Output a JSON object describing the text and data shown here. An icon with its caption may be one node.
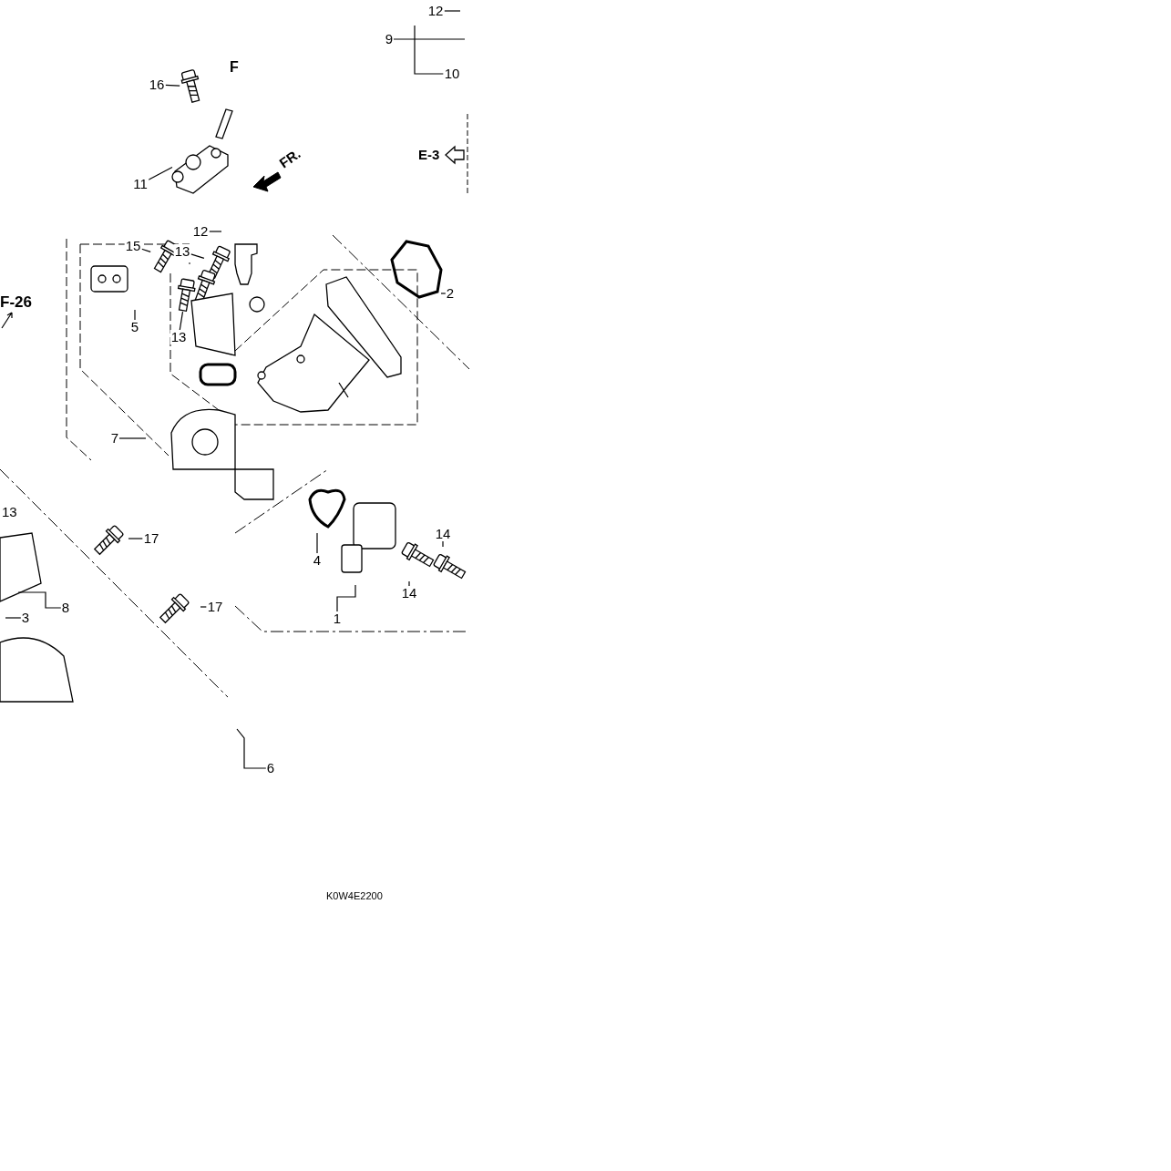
{
  "diagram": {
    "nodes": [
      {
        "text": [
          "12"
        ]
      },
      {
        "text": [
          "9"
        ]
      },
      {
        "text": [
          "10"
        ]
      },
      {
        "text": [
          "16"
        ]
      },
      {
        "text": [
          "11"
        ]
      },
      {
        "text": [
          "12"
        ]
      },
      {
        "text": [
          "15"
        ]
      },
      {
        "text": [
          "13"
        ]
      },
      {
        "text": [
          "13"
        ]
      },
      {
        "text": [
          "5"
        ]
      },
      {
        "text": [
          "2"
        ]
      },
      {
        "text": [
          "7"
        ]
      },
      {
        "text": [
          "17"
        ]
      },
      {
        "text": [
          "8"
        ]
      },
      {
        "text": [
          "3"
        ]
      },
      {
        "text": [
          "17"
        ]
      },
      {
        "text": [
          "14"
        ]
      },
      {
        "text": [
          "14"
        ]
      },
      {
        "text": [
          "4"
        ]
      },
      {
        "text": [
          "1"
        ]
      },
      {
        "text": [
          "6"
        ]
      },
      {
        "text": [],
        "shape": "picture"
      },
      {
        "text": [],
        "shape": "picture"
      },
      {
        "text": [],
        "shape": "picture"
      },
      {
        "text": [],
        "shape": "picture"
      },
      {
        "text": [],
        "shape": "picture"
      }
    ],
    "edges": [
      {
        "from": 0,
        "to": null,
        "arrow": "none"
      },
      {
        "from": 1,
        "to": null,
        "arrow": "none"
      },
      {
        "from": 2,
        "to": null,
        "arrow": "none"
      },
      {
        "from": 3,
        "to": 24,
        "arrow": "none"
      },
      {
        "from": 4,
        "to": 21,
        "arrow": "none"
      },
      {
        "from": 5,
        "to": null,
        "arrow": "none"
      },
      {
        "from": 6,
        "to": 25,
        "arrow": "none"
      },
      {
        "from": 7,
        "to": 22,
        "arrow": "none"
      },
      {
        "from": 8,
        "to": 23,
        "arrow": "none"
      },
      {
        "from": 9,
        "to": null,
        "arrow": "none"
      },
      {
        "from": 10,
        "to": null,
        "arrow": "none"
      },
      {
        "from": 11,
        "to": null,
        "arrow": "none"
      },
      {
        "from": 12,
        "to": null,
        "arrow": "none"
      },
      {
        "from": 13,
        "to": null,
        "arrow": "none"
      },
      {
        "from": 14,
        "to": null,
        "arrow": "none"
      },
      {
        "from": 15,
        "to": null,
        "arrow": "none"
      },
      {
        "from": 16,
        "to": null,
        "arrow": "none"
      },
      {
        "from": 17,
        "to": null,
        "arrow": "none"
      },
      {
        "from": 18,
        "to": null,
        "arrow": "none"
      },
      {
        "from": 19,
        "to": null,
        "arrow": "none"
      },
      {
        "from": 20,
        "to": null,
        "arrow": "none"
      }
    ],
    "labels": [
      "F",
      "E-3",
      "FR.",
      "F-26",
      "13",
      "K0W4E2200"
    ]
  }
}
